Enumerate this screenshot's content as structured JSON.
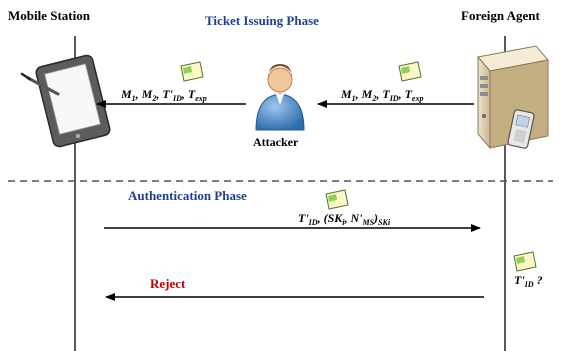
{
  "entities": {
    "mobile_station": "Mobile Station",
    "foreign_agent": "Foreign Agent",
    "attacker": "Attacker"
  },
  "phases": {
    "ticket_issuing": "Ticket Issuing Phase",
    "authentication": "Authentication Phase"
  },
  "messages": {
    "attacker_to_ms": {
      "m1": "M",
      "m1_sub": "1",
      "sep1": ", ",
      "m2": "M",
      "m2_sub": "2",
      "sep2": ", ",
      "t": "T'",
      "t_sub": "ID",
      "sep3": ", ",
      "texp": "T",
      "texp_sub": "exp"
    },
    "fa_to_attacker": {
      "m1": "M",
      "m1_sub": "1",
      "sep1": ", ",
      "m2": "M",
      "m2_sub": "2",
      "sep2": ", ",
      "t": "T",
      "t_sub": "ID",
      "sep3": ", ",
      "texp": "T",
      "texp_sub": "exp"
    },
    "ms_to_fa": {
      "t": "T'",
      "t_sub": "ID",
      "comma": ", (",
      "sk": "SK",
      "sk_sub": "i",
      "comma2": ", ",
      "n": "N'",
      "n_sub": "MS",
      "close": ")",
      "close_sub": "SKi"
    },
    "fa_check": {
      "t": "T'",
      "t_sub": "ID",
      "q": " ?"
    },
    "reject": "Reject"
  },
  "colors": {
    "phase_blue": "#1f3f8f",
    "reject_red": "#c00000",
    "ticket_green": "#7fbf3f",
    "attacker_blue": "#4a86c6"
  }
}
